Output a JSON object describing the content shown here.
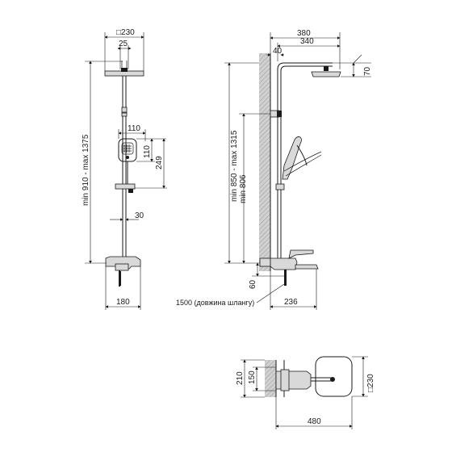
{
  "front_view": {
    "top_width": "□230",
    "arm_width": "25",
    "total_height": "min 910 - max 1375",
    "hand_shower_width": "110",
    "hand_shower_height": "110",
    "holder_height": "249",
    "pipe_offset": "30",
    "base_width": "180"
  },
  "side_view": {
    "overall_reach": "380",
    "arm_reach": "340",
    "wall_offset": "40",
    "head_height": "70",
    "height_range": "min 850 - max 1315",
    "min_height": "min 806",
    "spout_offset": "60",
    "spout_reach": "236",
    "hose_length_note": "1500 (довжина шлангу)"
  },
  "top_view": {
    "depth_outer": "210",
    "depth_inner": "150",
    "head_size": "□230",
    "total_length": "480"
  }
}
